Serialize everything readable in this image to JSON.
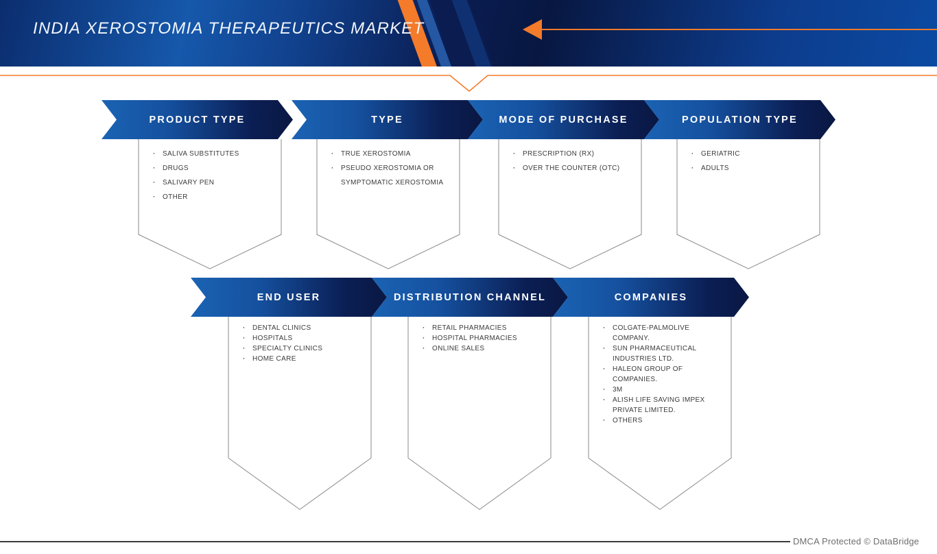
{
  "banner": {
    "title": "INDIA XEROSTOMIA THERAPEUTICS MARKET",
    "colors": {
      "accent_orange": "#f47b2a",
      "arrow_blue": "#1b63b4",
      "arrow_navy": "#0a1742",
      "banner_navy": "#0a1d52",
      "banner_bright_blue": "#0b4aa2"
    }
  },
  "rows": [
    {
      "segments": [
        {
          "label": "PRODUCT TYPE",
          "items": [
            "SALIVA SUBSTITUTES",
            "DRUGS",
            "SALIVARY PEN",
            "OTHER"
          ]
        },
        {
          "label": "TYPE",
          "items": [
            "TRUE XEROSTOMIA",
            "PSEUDO XEROSTOMIA OR SYMPTOMATIC XEROSTOMIA"
          ]
        },
        {
          "label": "MODE OF PURCHASE",
          "items": [
            "PRESCRIPTION (RX)",
            "OVER THE COUNTER (OTC)"
          ]
        },
        {
          "label": "POPULATION TYPE",
          "items": [
            "GERIATRIC",
            "ADULTS"
          ]
        }
      ]
    },
    {
      "segments": [
        {
          "label": "END USER",
          "items": [
            "DENTAL CLINICS",
            "HOSPITALS",
            "SPECIALTY CLINICS",
            "HOME CARE"
          ]
        },
        {
          "label": "DISTRIBUTION CHANNEL",
          "items": [
            "RETAIL PHARMACIES",
            "HOSPITAL PHARMACIES",
            "ONLINE SALES"
          ]
        },
        {
          "label": "COMPANIES",
          "items": [
            "COLGATE-PALMOLIVE COMPANY.",
            "SUN PHARMACEUTICAL INDUSTRIES LTD.",
            "HALEON GROUP OF COMPANIES.",
            "3M",
            "ALISH LIFE SAVING IMPEX PRIVATE LIMITED.",
            "OTHERS"
          ]
        }
      ]
    }
  ],
  "footer": {
    "text": "DMCA Protected © DataBridge"
  }
}
